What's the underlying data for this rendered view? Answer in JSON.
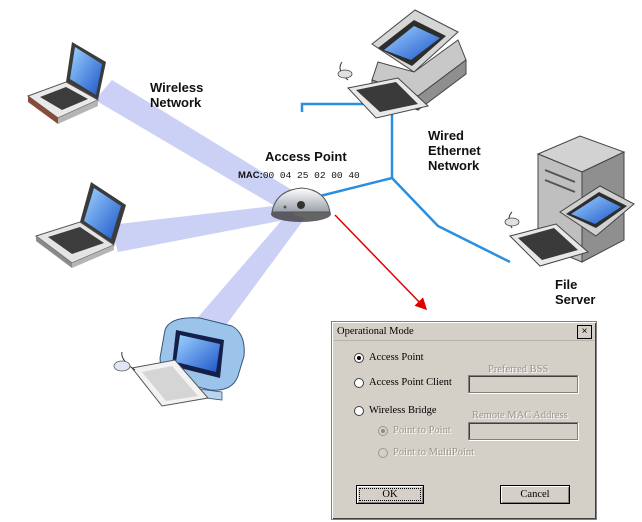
{
  "labels": {
    "wireless_network": [
      "Wireless",
      "Network"
    ],
    "access_point": "Access Point",
    "mac_prefix": "MAC:",
    "mac_value": "00  04  25  02  00  40",
    "wired_network": [
      "Wired",
      "Ethernet",
      "Network"
    ],
    "file_server": [
      "File",
      "Server"
    ]
  },
  "colors": {
    "ethernet_cable": "#2a8fe0",
    "wireless_beam": "#b9bff0",
    "arrow": "#e00000"
  },
  "dialog": {
    "title": "Operational Mode",
    "close_glyph": "×",
    "options": {
      "access_point": "Access Point",
      "access_point_client": "Access Point Client",
      "wireless_bridge": "Wireless Bridge",
      "point_to_point": "Point to Point",
      "point_to_multipoint": "Point to MultiPoint"
    },
    "selected_mode": "access_point",
    "preferred_bss_label": "Preferred BSS",
    "remote_mac_label": "Remote MAC Address",
    "ok_label": "OK",
    "cancel_label": "Cancel"
  }
}
